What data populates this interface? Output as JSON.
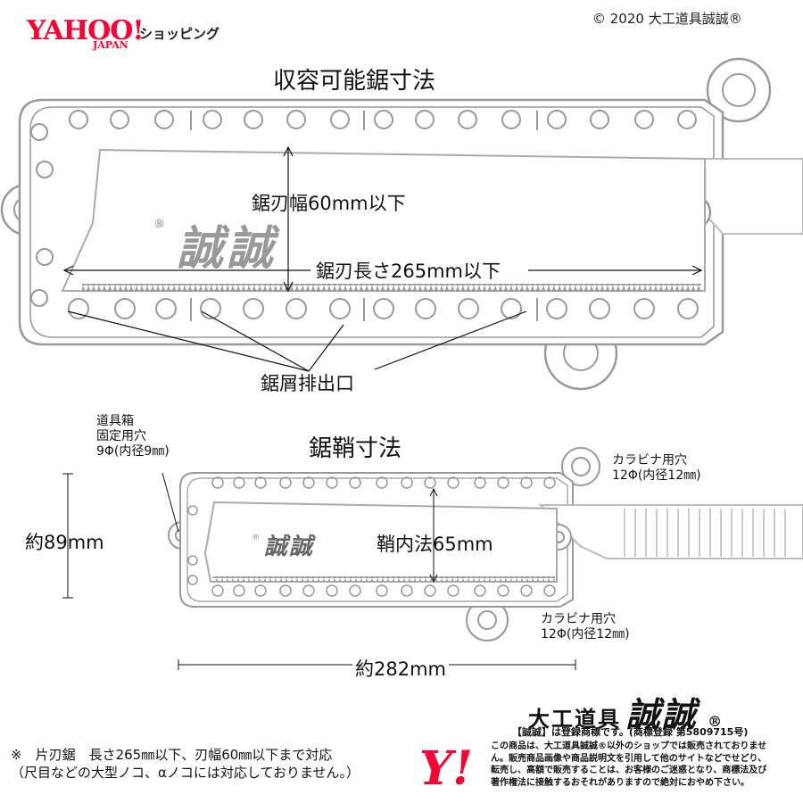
{
  "header": {
    "logo_text": "YAHOO!",
    "logo_sub": "JAPAN",
    "shop_label": "ショッピング",
    "copyright": "©  2020  大工道具誠誠®"
  },
  "saw_section": {
    "title": "収容可能鋸寸法",
    "width_label": "鋸刃幅60mm以下",
    "length_label": "鋸刃長さ265mm以下",
    "vents_label": "鋸屑排出口",
    "engraving": "誠誠"
  },
  "sheath_section": {
    "title": "鋸鞘寸法",
    "mount_hole": [
      "道具箱",
      "固定用穴",
      "9Φ(内径9㎜)"
    ],
    "carabiner_top": [
      "カラビナ用穴",
      "12Φ(内径12㎜)"
    ],
    "carabiner_bottom": [
      "カラビナ用穴",
      "12Φ(内径12㎜)"
    ],
    "height_label": "約89mm",
    "inner_label": "鞘内法65mm",
    "width_label": "約282mm"
  },
  "footer": {
    "note_line1": "※　片刃鋸　長さ265㎜以下、刃幅60㎜以下まで対応",
    "note_line2": "（尺目などの大型ノコ、αノコには対応しておりません。）",
    "brand_main": "大工道具",
    "brand_name": "誠誠",
    "brand_reg": "®",
    "trademark": "【誠誠】は登録商標です。(商標登録 第5809715号)",
    "ylogo": "Y!",
    "legal_lines": [
      "この商品は、大工道具誠誠®以外のショップでは販売されておりませ",
      "ん。販売商品画像や商品説明文を引用して他のサイトなどでせどり、",
      "転売し、高額で販売することは、お客様のご迷惑となり、商標法及び",
      "著作権法に接触するおそれがありますので絶対におやめ下さい。"
    ]
  }
}
